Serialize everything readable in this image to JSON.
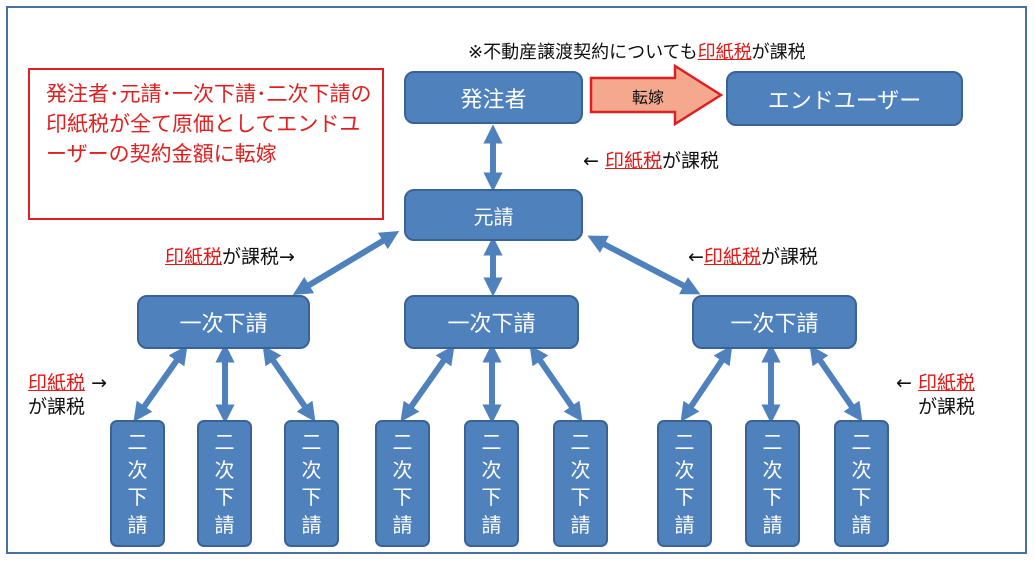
{
  "top_note": {
    "prefix": "※不動産譲渡契約についても",
    "highlight": "印紙税",
    "suffix": "が課税"
  },
  "info_box": {
    "text": "発注者･元請･一次下請･二次下請の印紙税が全て原価としてエンドユーザーの契約金額に転嫁"
  },
  "nodes": {
    "orderer": "発注者",
    "end_user": "エンドユーザー",
    "prime": "元請",
    "sub1": [
      "一次下請",
      "一次下請",
      "一次下請"
    ],
    "sub2_chars": [
      "二",
      "次",
      "下",
      "請"
    ]
  },
  "transfer_arrow": {
    "label": "転嫁"
  },
  "labels": {
    "orderer_prime": {
      "arrow": "←",
      "highlight": "印紙税",
      "suffix": "が課税"
    },
    "left_prime_sub1": {
      "highlight": "印紙税",
      "suffix": "が課税→"
    },
    "right_prime_sub1": {
      "prefix": "←",
      "highlight": "印紙税",
      "suffix": "が課税"
    },
    "left_sub1_sub2": {
      "highlight": "印紙税",
      "arrow": "→",
      "line2": "が課税"
    },
    "right_sub1_sub2": {
      "arrow": "←",
      "highlight": "印紙税",
      "line2": "が課税"
    }
  },
  "colors": {
    "box_fill": "#4f81bd",
    "box_border": "#3a6395",
    "highlight": "#e01818",
    "transfer_arrow": "#f4a98f"
  }
}
